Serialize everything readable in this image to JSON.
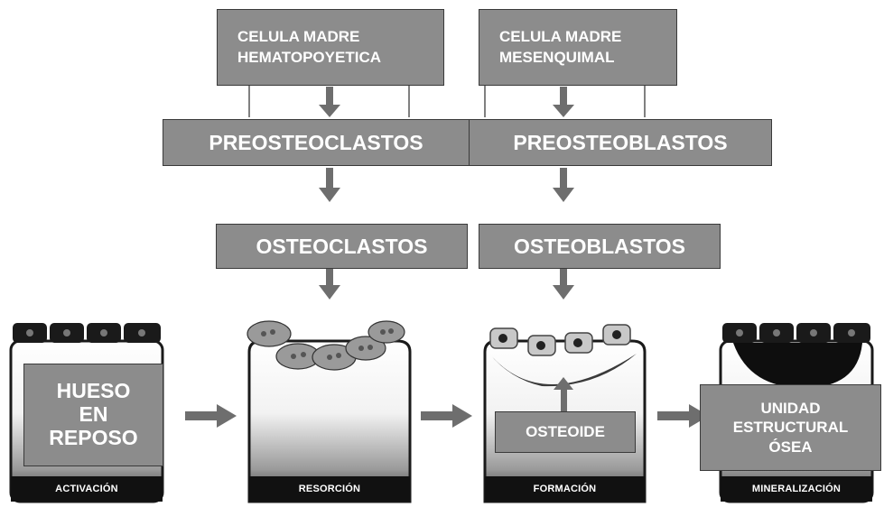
{
  "top_boxes": {
    "hematopoietic": "CELULA MADRE\nHEMATOPOYETICA",
    "mesenchymal": "CELULA MADRE\nMESENQUIMAL"
  },
  "precursors": {
    "preosteoclasts": "PREOSTEOCLASTOS",
    "preosteoblasts": "PREOSTEOBLASTOS"
  },
  "mature_cells": {
    "osteoclasts": "OSTEOCLASTOS",
    "osteoblasts": "OSTEOBLASTOS"
  },
  "stages": [
    {
      "label": "ACTIVACIÓN"
    },
    {
      "label": "RESORCIÓN"
    },
    {
      "label": "FORMACIÓN"
    },
    {
      "label": "MINERALIZACIÓN"
    }
  ],
  "overlays": {
    "resting_bone": "HUESO\nEN\nREPOSO",
    "osteoid": "OSTEOIDE",
    "structural_unit": "UNIDAD\nESTRUCTURAL\nÓSEA"
  },
  "colors": {
    "box_fill": "#8c8c8c",
    "arrow": "#6e6e6e",
    "cell_dark": "#1a1a1a"
  }
}
